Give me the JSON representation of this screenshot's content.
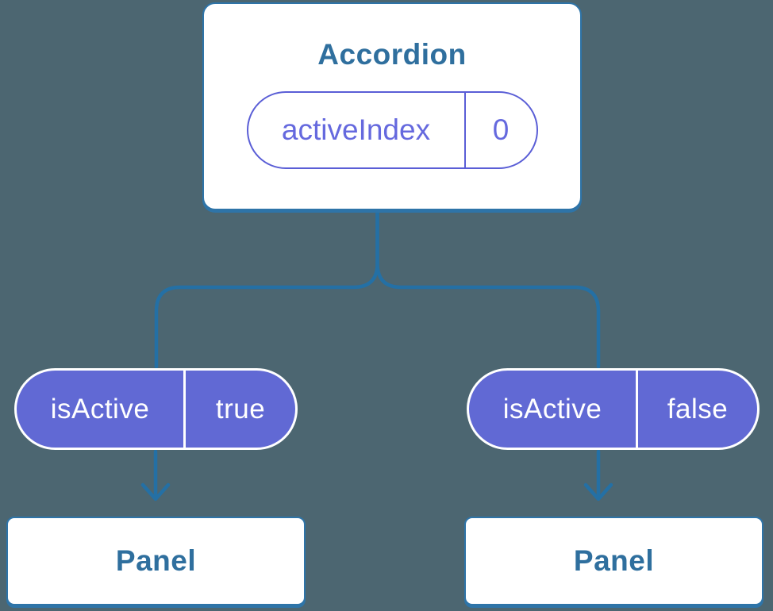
{
  "colors": {
    "background": "#4c6671",
    "node_border_blue": "#2e74a8",
    "connector_blue": "#2470a5",
    "node_text_blue": "#2f6f9e",
    "pill_fill_purple": "#6169d4",
    "pill_outline_purple": "#5a5ed6"
  },
  "tree": {
    "root": {
      "title": "Accordion",
      "state": {
        "name": "activeIndex",
        "value": "0"
      }
    },
    "children": [
      {
        "title": "Panel",
        "prop": {
          "name": "isActive",
          "value": "true"
        }
      },
      {
        "title": "Panel",
        "prop": {
          "name": "isActive",
          "value": "false"
        }
      }
    ]
  }
}
